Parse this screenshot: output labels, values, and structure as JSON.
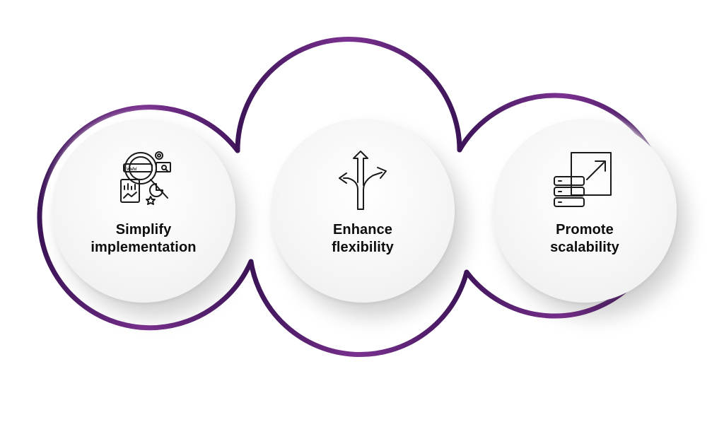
{
  "steps": [
    {
      "line1": "Simplify",
      "line2": "implementation",
      "icon": "seo-analytics-icon"
    },
    {
      "line1": "Enhance",
      "line2": "flexibility",
      "icon": "split-arrows-icon"
    },
    {
      "line1": "Promote",
      "line2": "scalability",
      "icon": "server-scale-icon"
    }
  ],
  "colors": {
    "ring_dark": "#3f1659",
    "ring_mid": "#7a2f8a",
    "text": "#0d0d0d",
    "icon_stroke": "#1a1a1a"
  }
}
